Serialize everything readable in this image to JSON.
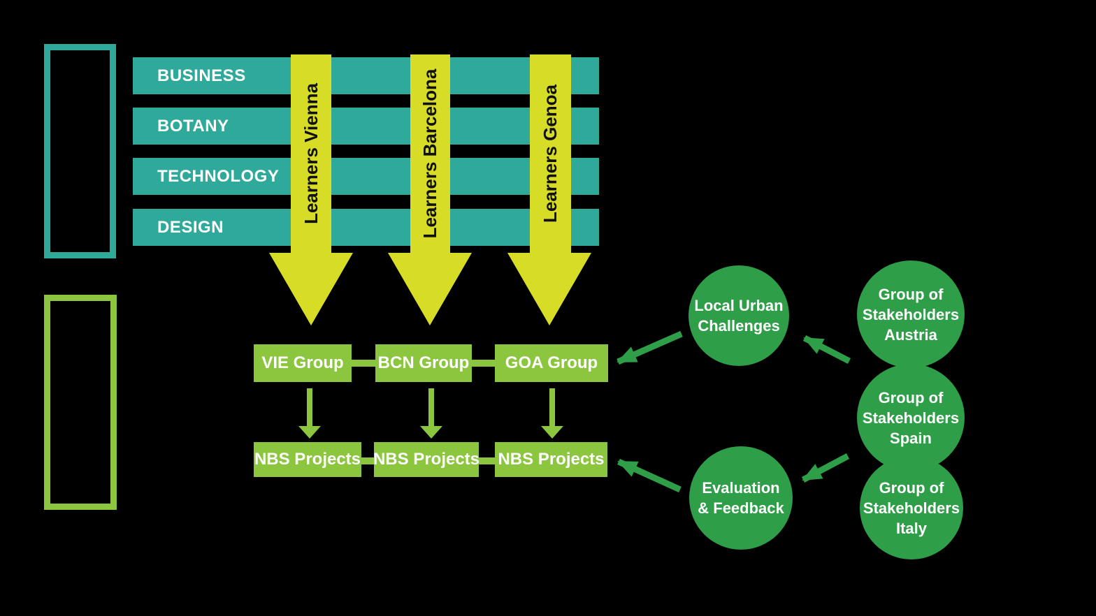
{
  "colors": {
    "background": "#000000",
    "teal": "#2FA99A",
    "yellow": "#D7DD26",
    "light_green": "#8CC63F",
    "dark_green": "#2F9E48",
    "white": "#FFFFFF",
    "dark_text": "#111111"
  },
  "disciplines": {
    "items": [
      "BUSINESS",
      "BOTANY",
      "TECHNOLOGY",
      "DESIGN"
    ]
  },
  "learner_streams": {
    "items": [
      "Learners Vienna",
      "Learners Barcelona",
      "Learners Genoa"
    ]
  },
  "groups": {
    "items": [
      "VIE Group",
      "BCN Group",
      "GOA Group"
    ]
  },
  "projects": {
    "items": [
      "NBS Projects",
      "NBS Projects",
      "NBS Projects"
    ]
  },
  "process": {
    "challenges": {
      "lines": [
        "Local Urban",
        "Challenges"
      ]
    },
    "evaluation": {
      "lines": [
        "Evaluation",
        "& Feedback"
      ]
    }
  },
  "stakeholders": {
    "austria": {
      "lines": [
        "Group of",
        "Stakeholders",
        "Austria"
      ]
    },
    "spain": {
      "lines": [
        "Group of",
        "Stakeholders",
        "Spain"
      ]
    },
    "italy": {
      "lines": [
        "Group of",
        "Stakeholders",
        "Italy"
      ]
    }
  }
}
